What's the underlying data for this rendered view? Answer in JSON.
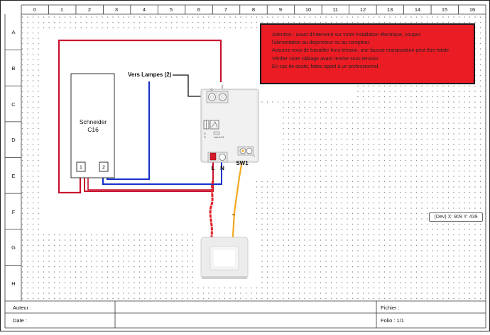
{
  "columns": [
    "0",
    "1",
    "2",
    "3",
    "4",
    "5",
    "6",
    "7",
    "8",
    "9",
    "10",
    "11",
    "12",
    "13",
    "14",
    "15",
    "16"
  ],
  "rows": [
    "A",
    "B",
    "C",
    "D",
    "E",
    "F",
    "G",
    "H"
  ],
  "breaker": {
    "brand": "Schneider",
    "rating": "C16",
    "terminals": [
      "1",
      "2"
    ]
  },
  "lamps_label": "Vers Lampes (2)",
  "module": {
    "top_terminals": [
      "O",
      "I"
    ],
    "bottom_labels": [
      "L",
      "N"
    ],
    "switch_label": "SW1",
    "side_marks": [
      "D",
      "O"
    ],
    "small_label": "max 16 A"
  },
  "warning": {
    "lines": [
      "Attention : avant d'intervenir sur votre installation électrique, coupez",
      "l'alimentation au disjoncteur ou au compteur.",
      "Assurez-vous de travailler hors tension, une fausse manipulation peut être fatale.",
      "Vérifier votre câblage avant remise sous tension",
      "En cas de doute, faites appel à un professionnel."
    ]
  },
  "coords": "(Dev) X: 909 Y: 439",
  "title_block": {
    "author_label": "Auteur :",
    "date_label": "Date :",
    "file_label": "Fichier :",
    "folio_label": "Folio :",
    "folio_value": "1/1"
  },
  "colors": {
    "phase": "#c8102e",
    "neutral": "#1530c8",
    "switch_wire": "#f3a81e",
    "warning_bg": "#ec1c24"
  }
}
